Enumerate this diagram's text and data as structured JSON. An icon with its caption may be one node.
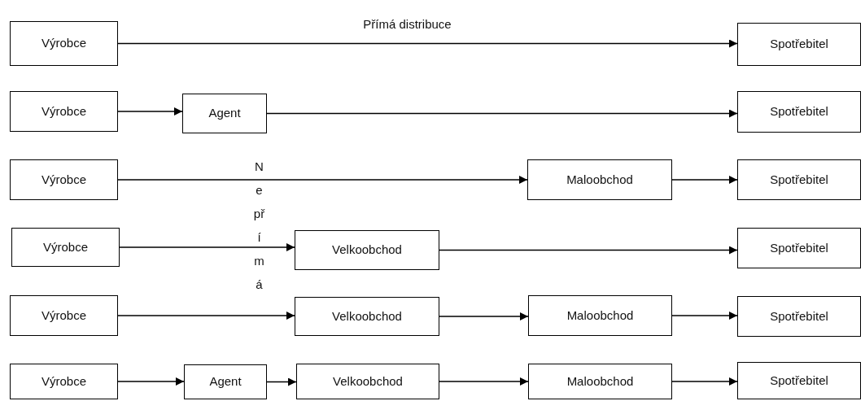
{
  "diagram": {
    "nodes": [
      {
        "text": [
          "Výrobce"
        ]
      },
      {
        "text": [
          "Spotřebitel"
        ]
      },
      {
        "text": [
          "Výrobce"
        ]
      },
      {
        "text": [
          "Agent"
        ]
      },
      {
        "text": [
          "Spotřebitel"
        ]
      },
      {
        "text": [
          "Výrobce"
        ]
      },
      {
        "text": [
          "Maloobchod"
        ]
      },
      {
        "text": [
          "Spotřebitel"
        ]
      },
      {
        "text": [
          "Výrobce"
        ]
      },
      {
        "text": [
          "Velkoobchod"
        ]
      },
      {
        "text": [
          "Spotřebitel"
        ]
      },
      {
        "text": [
          "Výrobce"
        ]
      },
      {
        "text": [
          "Velkoobchod"
        ]
      },
      {
        "text": [
          "Maloobchod"
        ]
      },
      {
        "text": [
          "Spotřebitel"
        ]
      },
      {
        "text": [
          "Výrobce"
        ]
      },
      {
        "text": [
          "Agent"
        ]
      },
      {
        "text": [
          "Velkoobchod"
        ]
      },
      {
        "text": [
          "Maloobchod"
        ]
      },
      {
        "text": [
          "Spotřebitel"
        ]
      }
    ],
    "edges": [
      {
        "from": 0,
        "to": 1,
        "arrow": "to",
        "label": "Přímá distribuce"
      },
      {
        "from": 2,
        "to": 3,
        "arrow": "to"
      },
      {
        "from": 3,
        "to": 4,
        "arrow": "to"
      },
      {
        "from": 5,
        "to": 6,
        "arrow": "to"
      },
      {
        "from": 6,
        "to": 7,
        "arrow": "to"
      },
      {
        "from": 8,
        "to": 9,
        "arrow": "to"
      },
      {
        "from": 9,
        "to": 10,
        "arrow": "to"
      },
      {
        "from": 11,
        "to": 12,
        "arrow": "to"
      },
      {
        "from": 12,
        "to": 13,
        "arrow": "to"
      },
      {
        "from": 13,
        "to": 14,
        "arrow": "to"
      },
      {
        "from": 15,
        "to": 16,
        "arrow": "to"
      },
      {
        "from": 16,
        "to": 17,
        "arrow": "to"
      },
      {
        "from": 17,
        "to": 18,
        "arrow": "to"
      },
      {
        "from": 18,
        "to": 19,
        "arrow": "to"
      }
    ],
    "labels": [
      "Nepřímá"
    ]
  }
}
